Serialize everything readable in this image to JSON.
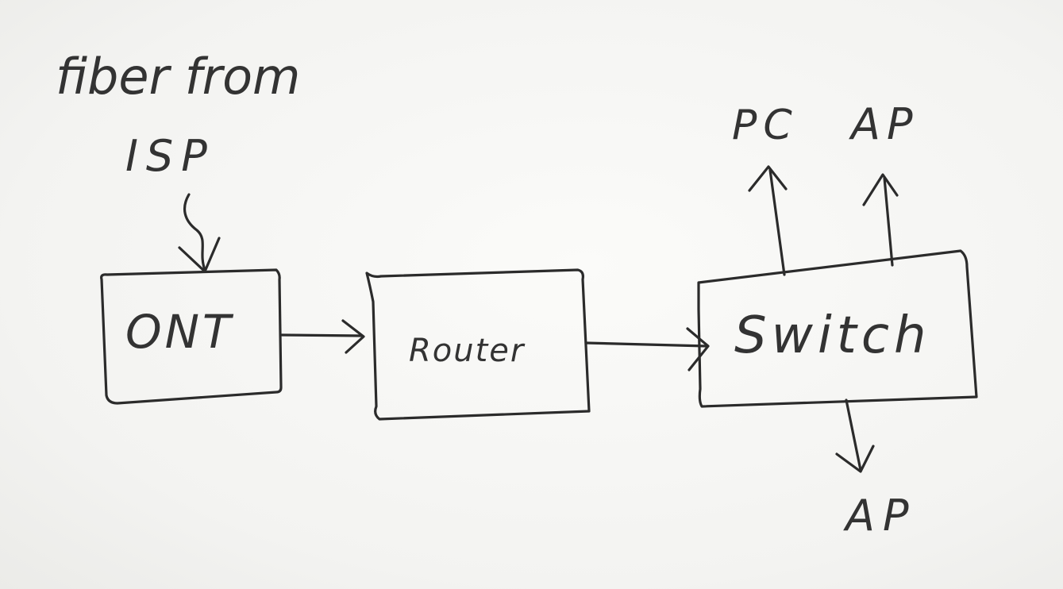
{
  "diagram": {
    "source_label": "fiber from",
    "source_label_2": "ISP",
    "nodes": {
      "ont": "ONT",
      "router": "Router",
      "switch": "Switch"
    },
    "outputs": {
      "pc": "PC",
      "ap_top": "AP",
      "ap_bottom": "AP"
    },
    "ink_color": "#2b2b2b"
  }
}
